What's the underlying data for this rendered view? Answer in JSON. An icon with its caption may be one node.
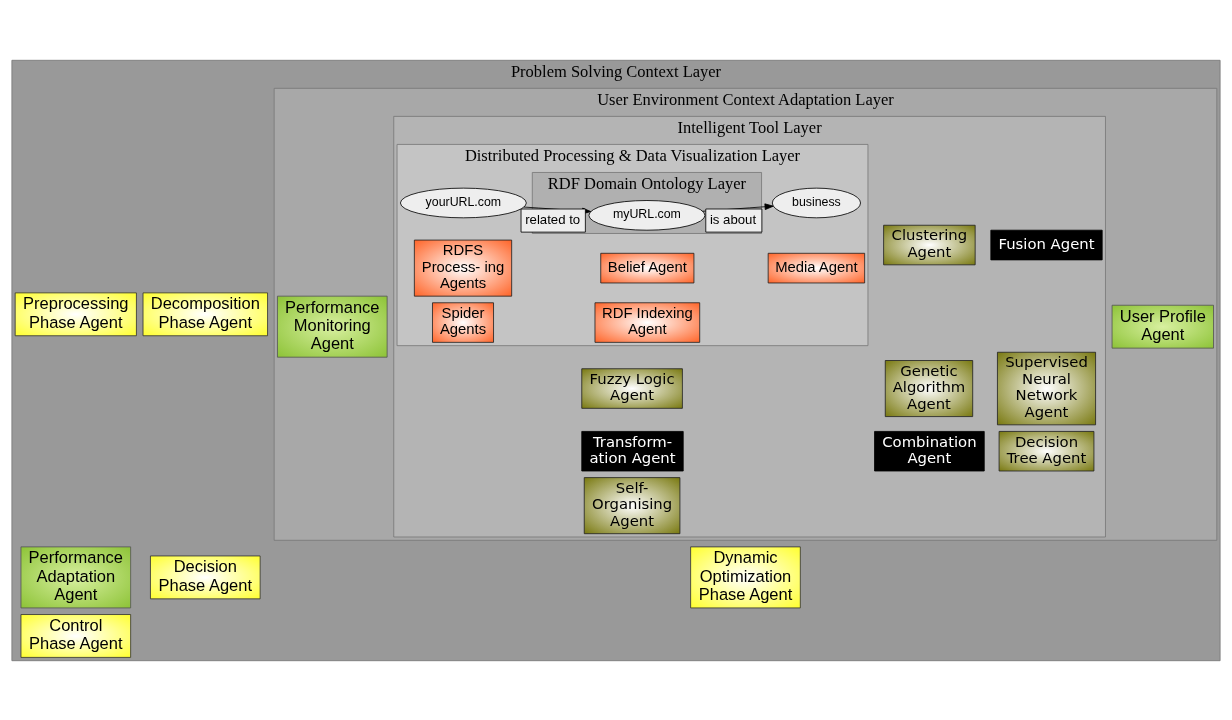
{
  "diagram": {
    "nodes": [
      {
        "text": [
          "Problem Solving Context Layer"
        ]
      },
      {
        "text": [
          "Preprocessing Phase Agent"
        ],
        "in": 0
      },
      {
        "text": [
          "Decomposition Phase Agent"
        ],
        "in": 0
      },
      {
        "text": [
          "User Environment Context Adaptation Layer"
        ],
        "in": 0
      },
      {
        "text": [
          "Performance Monitoring Agent"
        ],
        "in": 3
      },
      {
        "text": [
          "Intelligent Tool Layer"
        ],
        "in": 3
      },
      {
        "text": [
          "Clustering Agent"
        ],
        "in": 5
      },
      {
        "text": [
          "Fusion Agent"
        ],
        "in": 5
      },
      {
        "text": [
          "Fuzzy Logic Agent"
        ],
        "in": 5
      },
      {
        "text": [
          "Genetic Algorithm Agent"
        ],
        "in": 5
      },
      {
        "text": [
          "Distributed Processing & Data Visualization Layer"
        ],
        "in": 5
      },
      {
        "text": [
          "RDF Domain Ontology Layer"
        ],
        "in": 10
      },
      {
        "text": [
          "RDFS Process- ing Agents"
        ],
        "in": 10
      },
      {
        "text": [
          "yourURL.com"
        ],
        "in": 10
      },
      {
        "text": [
          "myURL.com"
        ],
        "in": 11
      },
      {
        "text": [
          "business"
        ],
        "in": 10
      },
      {
        "text": [
          "Belief Agent"
        ],
        "in": 10
      },
      {
        "text": [
          "Media Agent"
        ],
        "in": 10
      },
      {
        "text": [
          "Spider Agents"
        ],
        "in": 10
      },
      {
        "text": [
          "RDF Indexing Agent"
        ],
        "in": 10
      },
      {
        "text": [
          "Supervised Neural Network Agent"
        ],
        "in": 5
      },
      {
        "text": [
          "Transform- ation Agent"
        ],
        "in": 5
      },
      {
        "text": [
          "Combination Agent"
        ],
        "in": 5
      },
      {
        "text": [
          "Decision Tree Agent"
        ],
        "in": 5
      },
      {
        "text": [
          "Self- Organising Agent"
        ],
        "in": 5
      },
      {
        "text": [
          "User Profile Agent"
        ],
        "in": 3
      },
      {
        "text": [
          "Performance Adaptation Agent"
        ],
        "in": 0
      },
      {
        "text": [
          "Decision Phase Agent"
        ],
        "in": 0
      },
      {
        "text": [
          "Dynamic Optimization Phase Agent"
        ],
        "in": 0
      },
      {
        "text": [
          "Control Phase Agent"
        ],
        "in": 0
      }
    ],
    "edges": [
      {
        "from": 13,
        "to": 14,
        "arrow": "to",
        "label": "related to"
      },
      {
        "from": 14,
        "to": 15,
        "arrow": "to",
        "label": "is about"
      }
    ]
  }
}
